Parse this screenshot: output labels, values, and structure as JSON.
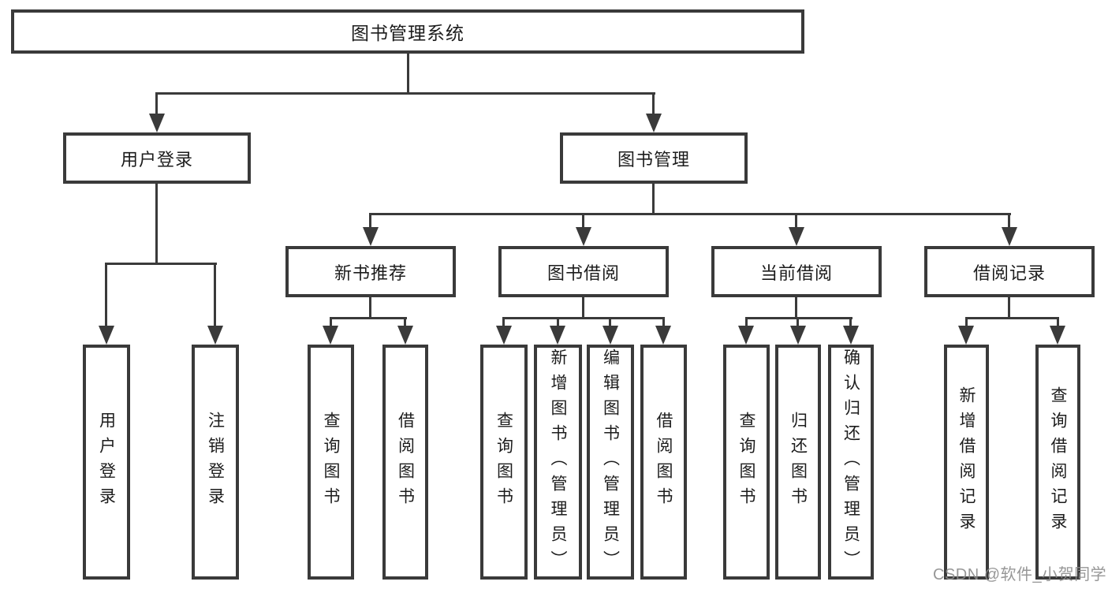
{
  "diagram": {
    "root": "图书管理系统",
    "branches": {
      "user_login": "用户登录",
      "book_mgmt": "图书管理"
    },
    "modules": {
      "new_book_rec": "新书推荐",
      "book_borrow": "图书借阅",
      "current_borrow": "当前借阅",
      "borrow_record": "借阅记录"
    },
    "leaves": {
      "user_login_1": "用户登录",
      "user_login_2": "注销登录",
      "new_book_1": "查询图书",
      "new_book_2": "借阅图书",
      "book_borrow_1": "查询图书",
      "book_borrow_2": "新增图书（管理员）",
      "book_borrow_3": "编辑图书（管理员）",
      "book_borrow_4": "借阅图书",
      "current_1": "查询图书",
      "current_2": "归还图书",
      "current_3": "确认归还（管理员）",
      "record_1": "新增借阅记录",
      "record_2": "查询借阅记录"
    }
  },
  "watermark": "CSDN @软件_小贺同学",
  "colors": {
    "line": "#3a3a3a",
    "text": "#1c1c1c",
    "watermark": "#8c8c8c",
    "background": "#ffffff"
  }
}
